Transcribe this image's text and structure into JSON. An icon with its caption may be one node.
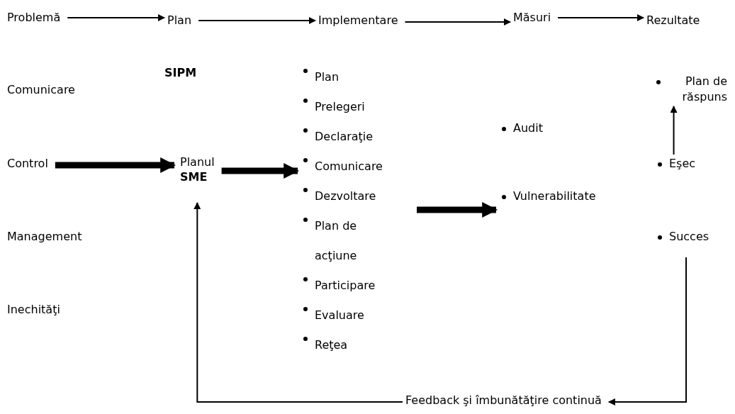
{
  "diagram": {
    "nodes": [
      {
        "text": [
          "Problemă"
        ]
      },
      {
        "text": [
          "Plan"
        ]
      },
      {
        "text": [
          "Implementare"
        ]
      },
      {
        "text": [
          "Măsuri"
        ]
      },
      {
        "text": [
          "Rezultate"
        ]
      },
      {
        "text": [
          "Control"
        ]
      },
      {
        "text": [
          "Planul",
          "SME"
        ]
      },
      {
        "text": [
          "Plan",
          "Prelegeri",
          "Declaraţie",
          "Comunicare",
          "Dezvoltare",
          "Plan de acţiune",
          "Participare",
          "Evaluare",
          "Reţea"
        ]
      },
      {
        "text": [
          "Audit",
          "Vulnerabilitate"
        ]
      },
      {
        "text": [
          "Plan de răspuns"
        ]
      },
      {
        "text": [
          "Eşec"
        ]
      },
      {
        "text": [
          "Succes"
        ]
      },
      {
        "text": [
          "Feedback şi îmbunătăţire continuă"
        ]
      }
    ],
    "edges": [
      {
        "from": 0,
        "to": 1,
        "arrow": "to"
      },
      {
        "from": 1,
        "to": 2,
        "arrow": "to"
      },
      {
        "from": 2,
        "to": 3,
        "arrow": "to"
      },
      {
        "from": 3,
        "to": 4,
        "arrow": "to"
      },
      {
        "from": 5,
        "to": 6,
        "arrow": "to",
        "style": "thick"
      },
      {
        "from": 6,
        "to": 7,
        "arrow": "to",
        "style": "thick"
      },
      {
        "from": 7,
        "to": 8,
        "arrow": "to",
        "style": "thick"
      },
      {
        "from": 10,
        "to": 9,
        "arrow": "to"
      },
      {
        "from": 11,
        "to": 12,
        "arrow": "to"
      },
      {
        "from": 12,
        "to": 6,
        "arrow": "to"
      }
    ],
    "labels": [
      "SIPM",
      "Comunicare",
      "Management",
      "Inechităţi"
    ]
  }
}
